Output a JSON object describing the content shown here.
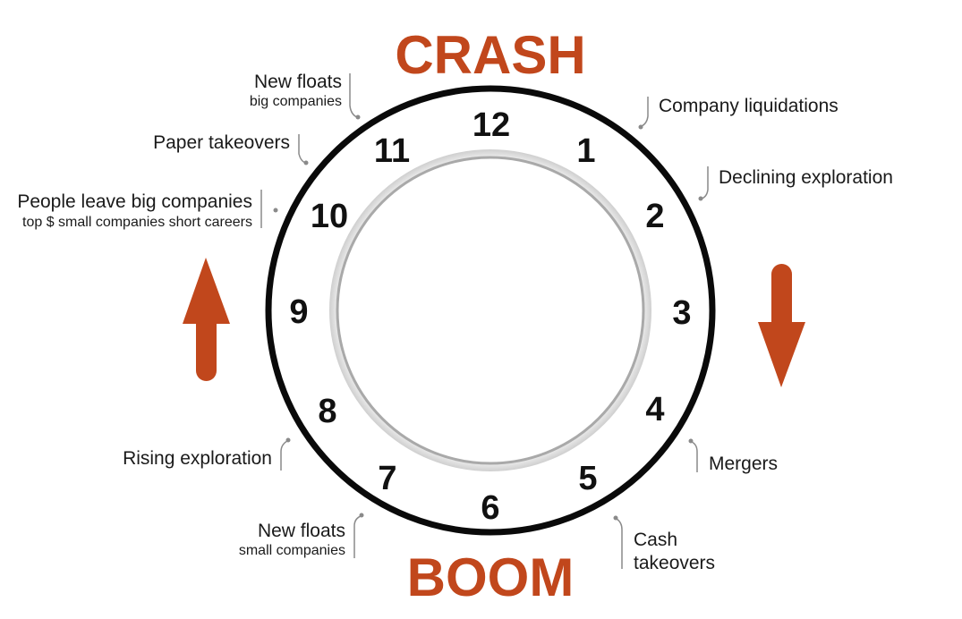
{
  "title_top": "CRASH",
  "title_bottom": "BOOM",
  "accent_color": "#c1471c",
  "clock_numbers": [
    "12",
    "1",
    "2",
    "3",
    "4",
    "5",
    "6",
    "7",
    "8",
    "9",
    "10",
    "11"
  ],
  "labels": {
    "new_floats_big": {
      "line1": "New floats",
      "line2": "big companies"
    },
    "company_liquidations": {
      "line1": "Company liquidations"
    },
    "paper_takeovers": {
      "line1": "Paper takeovers"
    },
    "declining_exploration": {
      "line1": "Declining exploration"
    },
    "people_leave": {
      "line1": "People leave big companies",
      "line2": "top $ small companies short careers"
    },
    "mergers": {
      "line1": "Mergers"
    },
    "rising_exploration": {
      "line1": "Rising exploration"
    },
    "cash_takeovers": {
      "line1": "Cash",
      "line2": "takeovers"
    },
    "new_floats_small": {
      "line1": "New floats",
      "line2": "small companies"
    }
  },
  "arrows": {
    "left": {
      "icon": "arrow-up-icon"
    },
    "right": {
      "icon": "arrow-down-icon"
    }
  }
}
